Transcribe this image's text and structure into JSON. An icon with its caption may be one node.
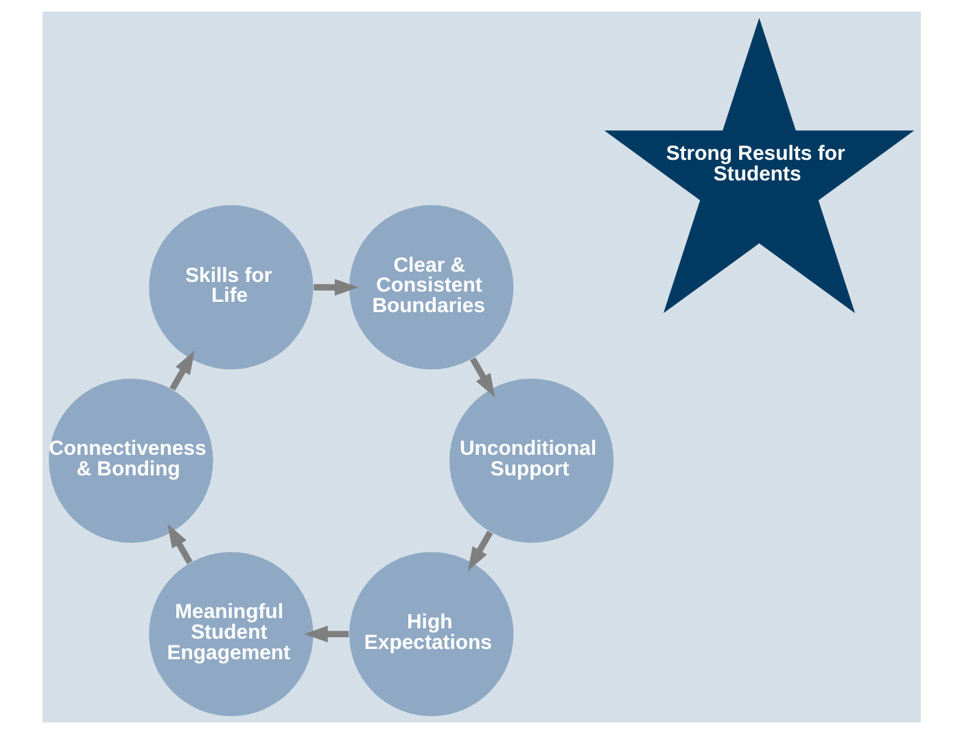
{
  "diagram": {
    "nodes": [
      {
        "text": [
          "High Expectations"
        ]
      },
      {
        "text": [
          "Meaningful Student Engagement"
        ]
      },
      {
        "text": [
          "Connectiveness & Bonding"
        ]
      },
      {
        "text": [
          "Skills for Life"
        ]
      },
      {
        "text": [
          "Clear & Consistent Boundaries"
        ]
      },
      {
        "text": [
          "Unconditional Support"
        ]
      },
      {
        "text": [
          "Strong Results for Students"
        ]
      }
    ],
    "edges": [
      {
        "from": 0,
        "to": 1,
        "arrow": "to"
      },
      {
        "from": 1,
        "to": 2,
        "arrow": "to"
      },
      {
        "from": 2,
        "to": 3,
        "arrow": "to"
      },
      {
        "from": 3,
        "to": 4,
        "arrow": "to"
      },
      {
        "from": 4,
        "to": 5,
        "arrow": "to"
      },
      {
        "from": 5,
        "to": 0,
        "arrow": "to"
      }
    ]
  }
}
